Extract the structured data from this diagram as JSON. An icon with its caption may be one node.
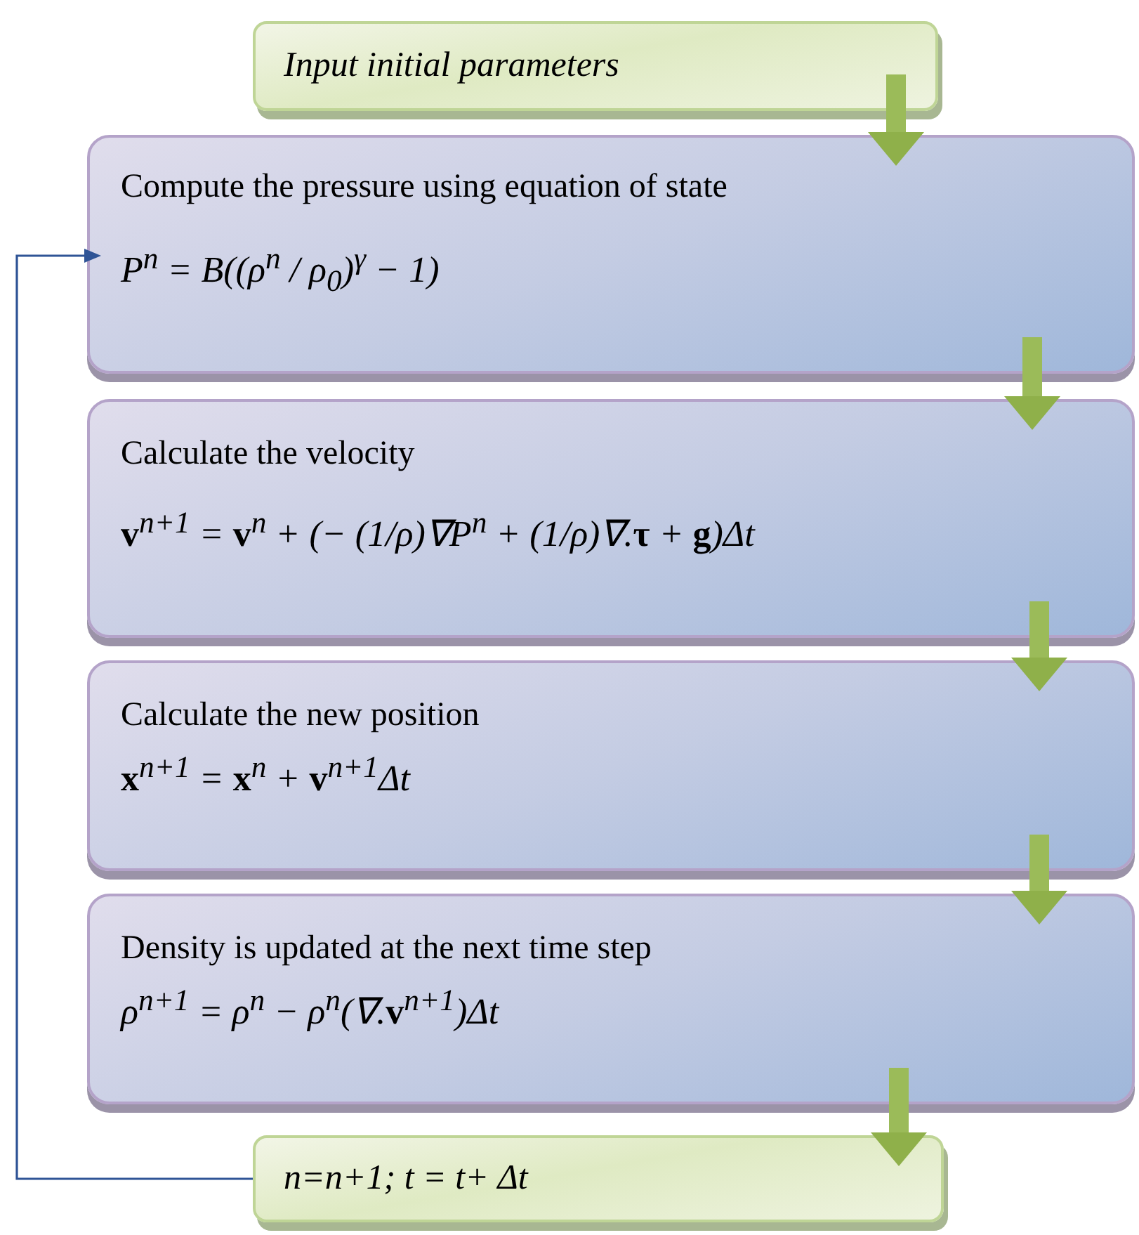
{
  "diagram": {
    "nodes": [
      {
        "text": [
          "Input initial parameters"
        ]
      },
      {
        "text": [
          "Compute the pressure using equation of state",
          "P$^{n}$ = B((ρ$^{n}$ / ρ$_{0}$)$^{γ}$ − 1)"
        ]
      },
      {
        "text": [
          "Calculate the velocity",
          "**v**$^{n+1}$ = **v**$^{n}$ + (− (1/ρ)∇P$^{n}$ + (1/ρ)∇.**τ** + **g**)Δt"
        ]
      },
      {
        "text": [
          "Calculate the new position",
          "**x**$^{n+1}$ = **x**$^{n}$ + **v**$^{n+1}$Δt"
        ]
      },
      {
        "text": [
          "Density is updated at the next time step",
          "ρ$^{n+1}$ = ρ$^{n}$ − ρ$^{n}$(∇.**v**$^{n+1}$)Δt"
        ]
      },
      {
        "text": [
          "n=n+1; t = t+ Δt"
        ]
      }
    ],
    "edges": [
      {
        "from": 0,
        "to": 1,
        "arrow": "to"
      },
      {
        "from": 1,
        "to": 2,
        "arrow": "to"
      },
      {
        "from": 2,
        "to": 3,
        "arrow": "to"
      },
      {
        "from": 3,
        "to": 4,
        "arrow": "to"
      },
      {
        "from": 4,
        "to": 5,
        "arrow": "to"
      },
      {
        "from": 5,
        "to": 1,
        "arrow": "to",
        "color": "#2f5496"
      }
    ]
  }
}
